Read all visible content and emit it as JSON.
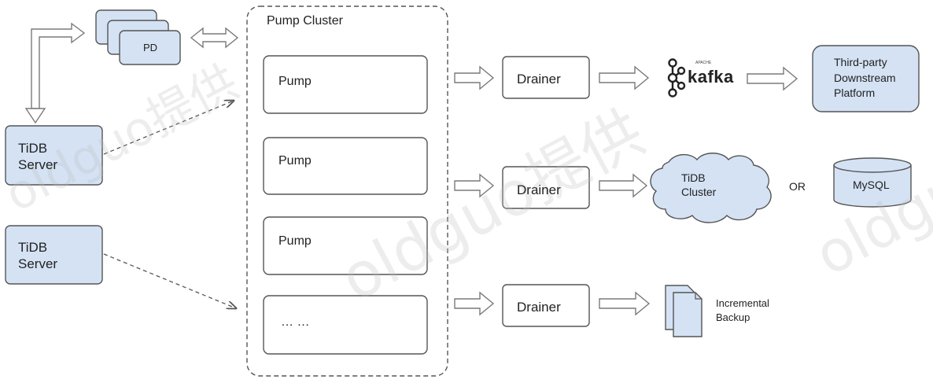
{
  "pd": {
    "label": "PD"
  },
  "tidb_servers": [
    {
      "label": "TiDB\nServer"
    },
    {
      "label": "TiDB\nServer"
    }
  ],
  "pump_cluster": {
    "title": "Pump Cluster",
    "pumps": [
      "Pump",
      "Pump",
      "Pump",
      "… …"
    ]
  },
  "drainers": [
    "Drainer",
    "Drainer",
    "Drainer"
  ],
  "kafka": {
    "label": "kafka",
    "superscript": "APACHE"
  },
  "third_party": {
    "label": "Third-party\nDownstream\nPlatform"
  },
  "tidb_cluster": {
    "label": "TiDB\nCluster"
  },
  "or_label": "OR",
  "mysql": {
    "label": "MySQL"
  },
  "incremental_backup": {
    "label": "Incremental\nBackup"
  },
  "watermarks": [
    "oldguo提供",
    "oldguo提供",
    "oldguo"
  ],
  "colors": {
    "fill_blue": "#d4e2f4",
    "stroke": "#555555",
    "arrow_stroke": "#7a7a7a",
    "dash": "#555555"
  }
}
